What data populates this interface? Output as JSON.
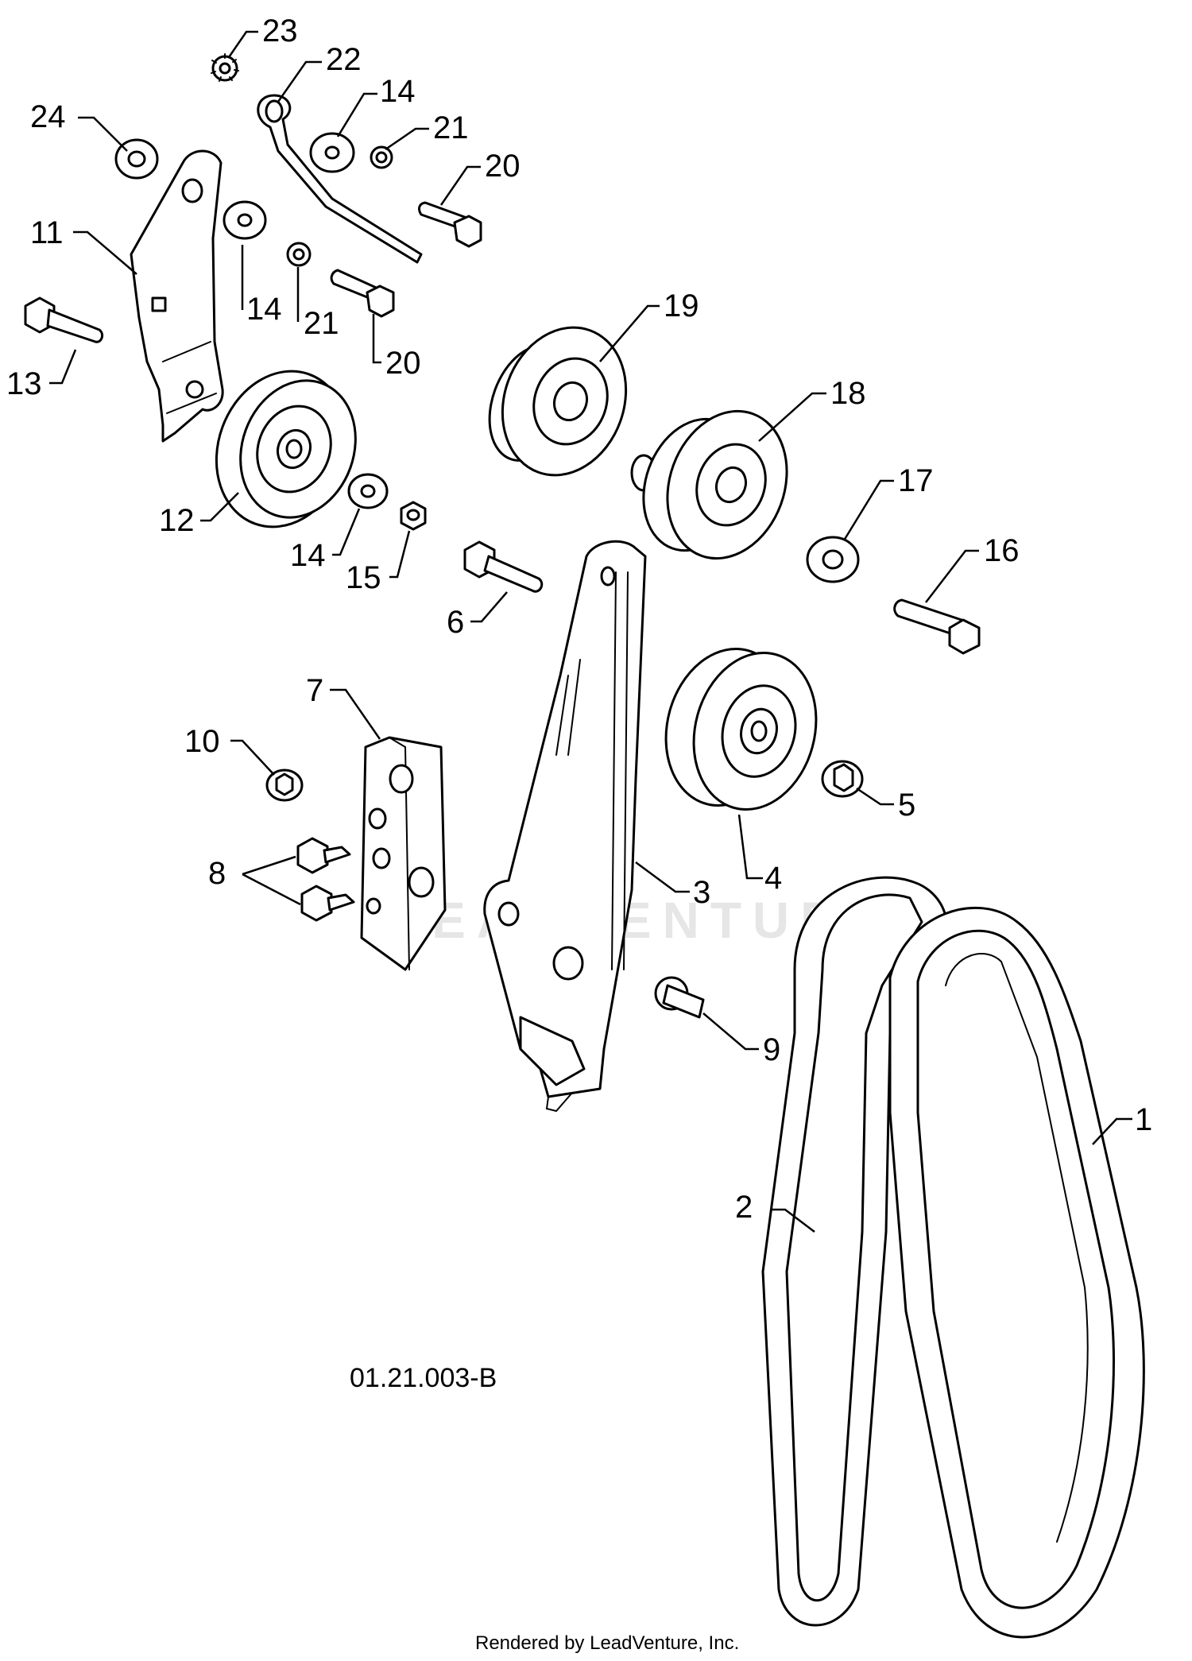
{
  "figure_id": "01.21.003-B",
  "watermark": "LEADVENTURE",
  "credit": "Rendered by LeadVenture, Inc.",
  "callouts": [
    "1",
    "2",
    "3",
    "4",
    "5",
    "6",
    "7",
    "8",
    "9",
    "10",
    "11",
    "12",
    "13",
    "14",
    "15",
    "16",
    "17",
    "18",
    "19",
    "20",
    "21",
    "22",
    "23",
    "24"
  ],
  "repeated_callouts": {
    "14": 3,
    "20": 2,
    "21": 2
  },
  "colors": {
    "line": "#000000",
    "background": "#ffffff",
    "watermark": "#e6e6e6"
  }
}
